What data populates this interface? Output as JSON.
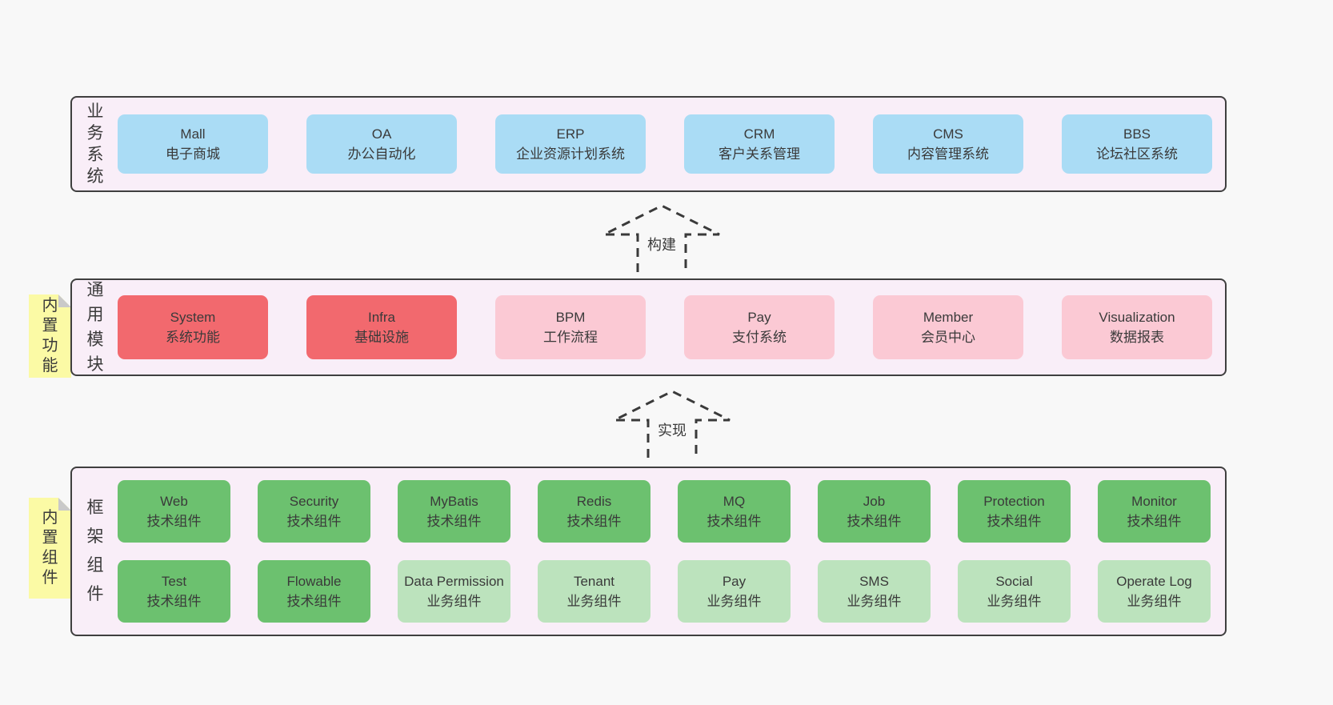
{
  "colors": {
    "page_bg": "#f8f8f8",
    "panel_bg": "#f9eef8",
    "panel_border": "#3f3f3f",
    "text": "#3a3a3a",
    "blue": "#aadcf5",
    "red": "#f2696e",
    "pink": "#fbc9d4",
    "green": "#6cc16f",
    "lightgreen": "#bce3bd",
    "note_bg": "#fbfaa5",
    "note_fold": "#c9c9c9",
    "arrow_stroke": "#3a3a3a"
  },
  "layers": [
    {
      "label": "业务系统",
      "boxes": [
        {
          "name": "Mall",
          "desc": "电子商城",
          "color": "blue"
        },
        {
          "name": "OA",
          "desc": "办公自动化",
          "color": "blue"
        },
        {
          "name": "ERP",
          "desc": "企业资源计划系统",
          "color": "blue"
        },
        {
          "name": "CRM",
          "desc": "客户关系管理",
          "color": "blue"
        },
        {
          "name": "CMS",
          "desc": "内容管理系统",
          "color": "blue"
        },
        {
          "name": "BBS",
          "desc": "论坛社区系统",
          "color": "blue"
        }
      ]
    },
    {
      "label": "通用模块",
      "note": "内置功能",
      "boxes": [
        {
          "name": "System",
          "desc": "系统功能",
          "color": "red"
        },
        {
          "name": "Infra",
          "desc": "基础设施",
          "color": "red"
        },
        {
          "name": "BPM",
          "desc": "工作流程",
          "color": "pink"
        },
        {
          "name": "Pay",
          "desc": "支付系统",
          "color": "pink"
        },
        {
          "name": "Member",
          "desc": "会员中心",
          "color": "pink"
        },
        {
          "name": "Visualization",
          "desc": "数据报表",
          "color": "pink"
        }
      ]
    },
    {
      "label": "框架组件",
      "note": "内置组件",
      "rows": [
        [
          {
            "name": "Web",
            "desc": "技术组件",
            "color": "green"
          },
          {
            "name": "Security",
            "desc": "技术组件",
            "color": "green"
          },
          {
            "name": "MyBatis",
            "desc": "技术组件",
            "color": "green"
          },
          {
            "name": "Redis",
            "desc": "技术组件",
            "color": "green"
          },
          {
            "name": "MQ",
            "desc": "技术组件",
            "color": "green"
          },
          {
            "name": "Job",
            "desc": "技术组件",
            "color": "green"
          },
          {
            "name": "Protection",
            "desc": "技术组件",
            "color": "green"
          },
          {
            "name": "Monitor",
            "desc": "技术组件",
            "color": "green"
          }
        ],
        [
          {
            "name": "Test",
            "desc": "技术组件",
            "color": "green"
          },
          {
            "name": "Flowable",
            "desc": "技术组件",
            "color": "green"
          },
          {
            "name": "Data Permission",
            "desc": "业务组件",
            "color": "lightgreen"
          },
          {
            "name": "Tenant",
            "desc": "业务组件",
            "color": "lightgreen"
          },
          {
            "name": "Pay",
            "desc": "业务组件",
            "color": "lightgreen"
          },
          {
            "name": "SMS",
            "desc": "业务组件",
            "color": "lightgreen"
          },
          {
            "name": "Social",
            "desc": "业务组件",
            "color": "lightgreen"
          },
          {
            "name": "Operate Log",
            "desc": "业务组件",
            "color": "lightgreen"
          }
        ]
      ]
    }
  ],
  "arrows": [
    {
      "label": "构建"
    },
    {
      "label": "实现"
    }
  ]
}
